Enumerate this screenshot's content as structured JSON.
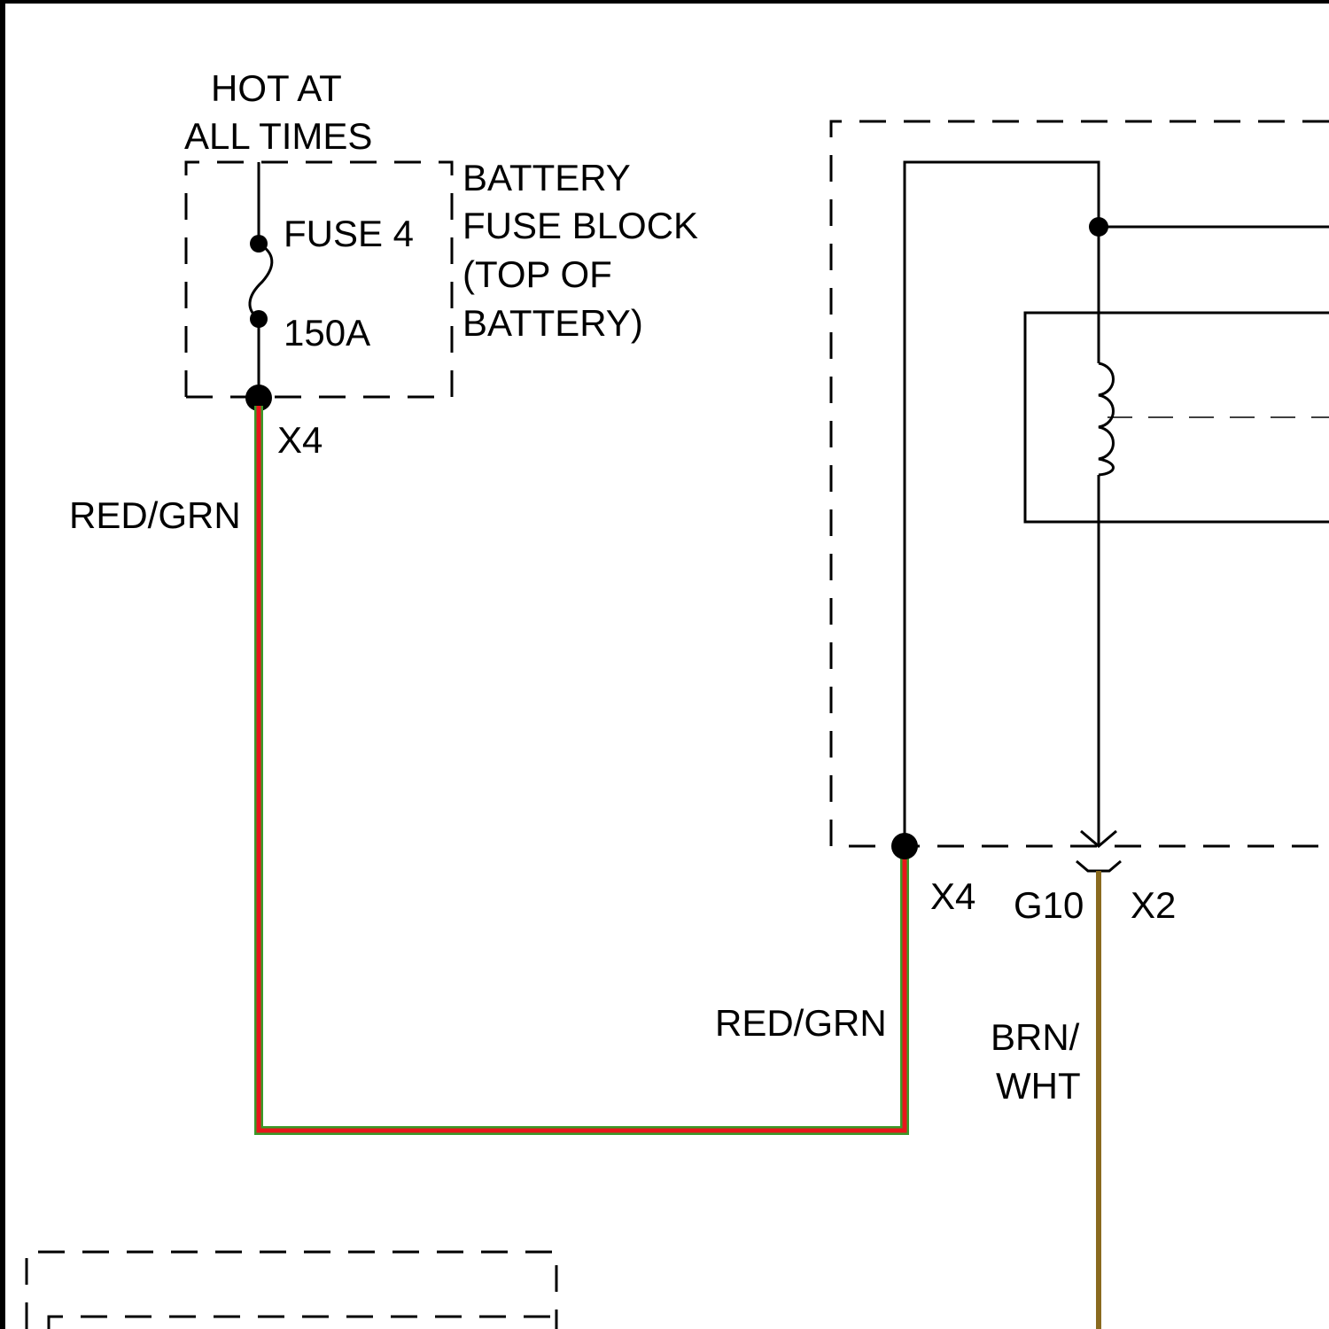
{
  "supply_note": {
    "line1": "HOT AT",
    "line2": "ALL TIMES"
  },
  "fuse_block": {
    "fuse_name": "FUSE 4",
    "fuse_rating": "150A",
    "label_line1": "BATTERY",
    "label_line2": "FUSE BLOCK",
    "label_line3": "(TOP OF",
    "label_line4": "BATTERY)",
    "connector": "X4"
  },
  "wires": {
    "red_grn_left": "RED/GRN",
    "red_grn_right": "RED/GRN",
    "brn_wht_line1": "BRN/",
    "brn_wht_line2": "WHT"
  },
  "connectors": {
    "right_x4": "X4",
    "g10": "G10",
    "x2": "X2"
  },
  "colors": {
    "red_wire": "#e8161b",
    "green_tracer": "#3a9a2a",
    "brown_wire": "#8a6a1f",
    "outline": "#000000"
  }
}
